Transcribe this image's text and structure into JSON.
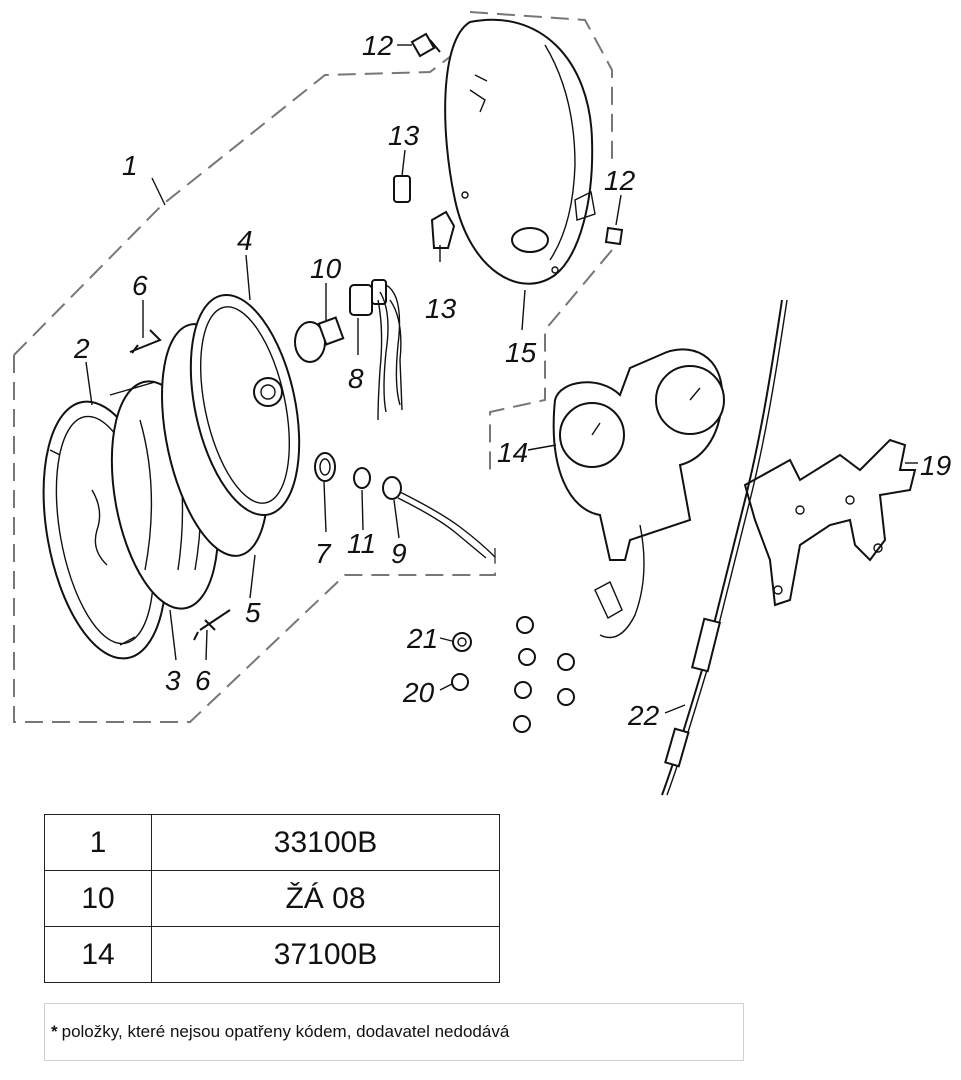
{
  "diagram": {
    "callouts": [
      {
        "id": "c1",
        "text": "1"
      },
      {
        "id": "c2",
        "text": "2"
      },
      {
        "id": "c3",
        "text": "3"
      },
      {
        "id": "c4",
        "text": "4"
      },
      {
        "id": "c5",
        "text": "5"
      },
      {
        "id": "c6a",
        "text": "6"
      },
      {
        "id": "c6b",
        "text": "6"
      },
      {
        "id": "c7",
        "text": "7"
      },
      {
        "id": "c8",
        "text": "8"
      },
      {
        "id": "c9",
        "text": "9"
      },
      {
        "id": "c10",
        "text": "10"
      },
      {
        "id": "c11",
        "text": "11"
      },
      {
        "id": "c12a",
        "text": "12"
      },
      {
        "id": "c12b",
        "text": "12"
      },
      {
        "id": "c13a",
        "text": "13"
      },
      {
        "id": "c13b",
        "text": "13"
      },
      {
        "id": "c14",
        "text": "14"
      },
      {
        "id": "c15",
        "text": "15"
      },
      {
        "id": "c19",
        "text": "19"
      },
      {
        "id": "c20",
        "text": "20"
      },
      {
        "id": "c21",
        "text": "21"
      },
      {
        "id": "c22",
        "text": "22"
      }
    ]
  },
  "parts_table": {
    "rows": [
      {
        "position": "1",
        "code": "33100B"
      },
      {
        "position": "10",
        "code": "ŽÁ 08"
      },
      {
        "position": "14",
        "code": "37100B"
      }
    ]
  },
  "note": {
    "marker": "*",
    "text": "položky, které nejsou opatřeny kódem, dodavatel nedodává"
  }
}
